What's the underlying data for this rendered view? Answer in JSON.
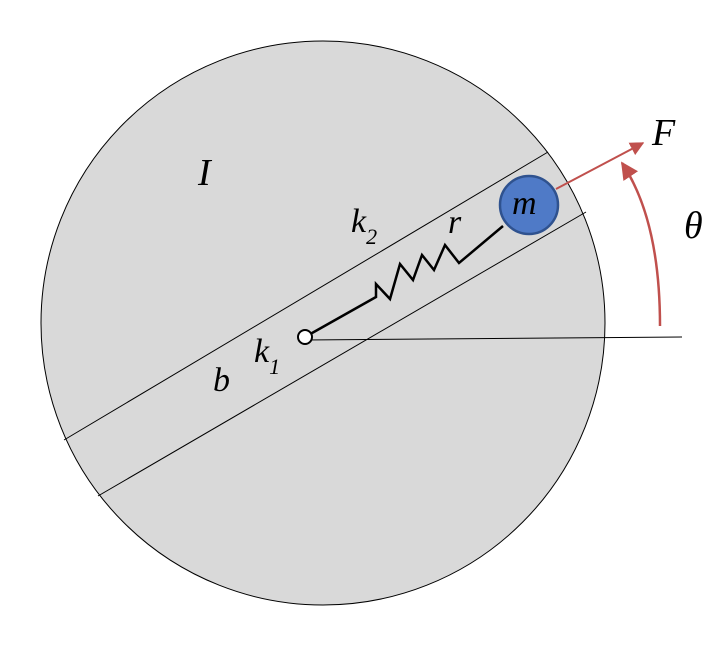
{
  "labels": {
    "inertia": "I",
    "spring_k2": "k",
    "spring_k2_sub": "2",
    "radius": "r",
    "mass": "m",
    "force": "F",
    "angle": "θ",
    "damper": "b",
    "spring_k1": "k",
    "spring_k1_sub": "1"
  },
  "colors": {
    "disk_fill": "#d9d9d9",
    "outline": "#000000",
    "mass_fill": "#4f7ac7",
    "mass_stroke": "#2f528f",
    "arrow": "#c0504d",
    "background": "#ffffff"
  }
}
